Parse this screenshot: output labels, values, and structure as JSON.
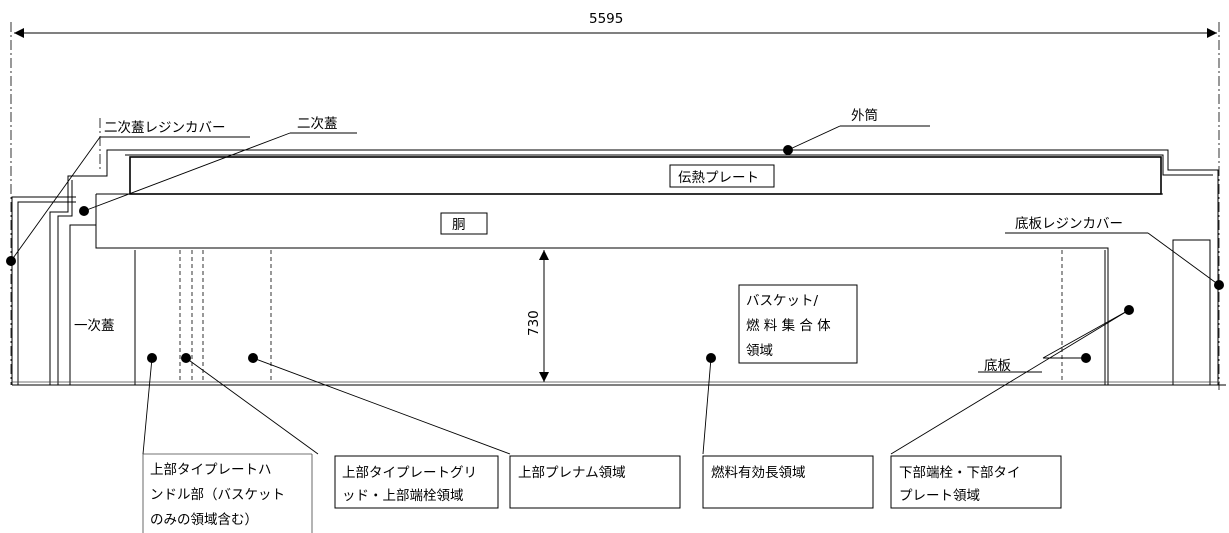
{
  "dimensions": {
    "overall_length": "5595",
    "cavity_height": "730"
  },
  "labels": {
    "secondary_lid_resin_cover": "二次蓋レジンカバー",
    "secondary_lid": "二次蓋",
    "outer_shell": "外筒",
    "heat_transfer_plate": "伝熱プレート",
    "body": "胴",
    "bottom_plate_resin_cover": "底板レジンカバー",
    "primary_lid": "一次蓋",
    "basket_fuel_region": [
      "バスケット/",
      "燃 料 集 合 体",
      "領域"
    ],
    "bottom_plate": "底板",
    "upper_tie_plate_handle": [
      "上部タイプレートハ",
      "ンドル部（バスケット",
      "のみの領域含む）"
    ],
    "upper_tie_plate_grid": [
      "上部タイプレートグリ",
      "ッド・上部端栓領域"
    ],
    "upper_plenum": "上部プレナム領域",
    "fuel_effective_length": "燃料有効長領域",
    "lower_end_plug": [
      "下部端栓・下部タイ",
      "プレート領域"
    ]
  }
}
